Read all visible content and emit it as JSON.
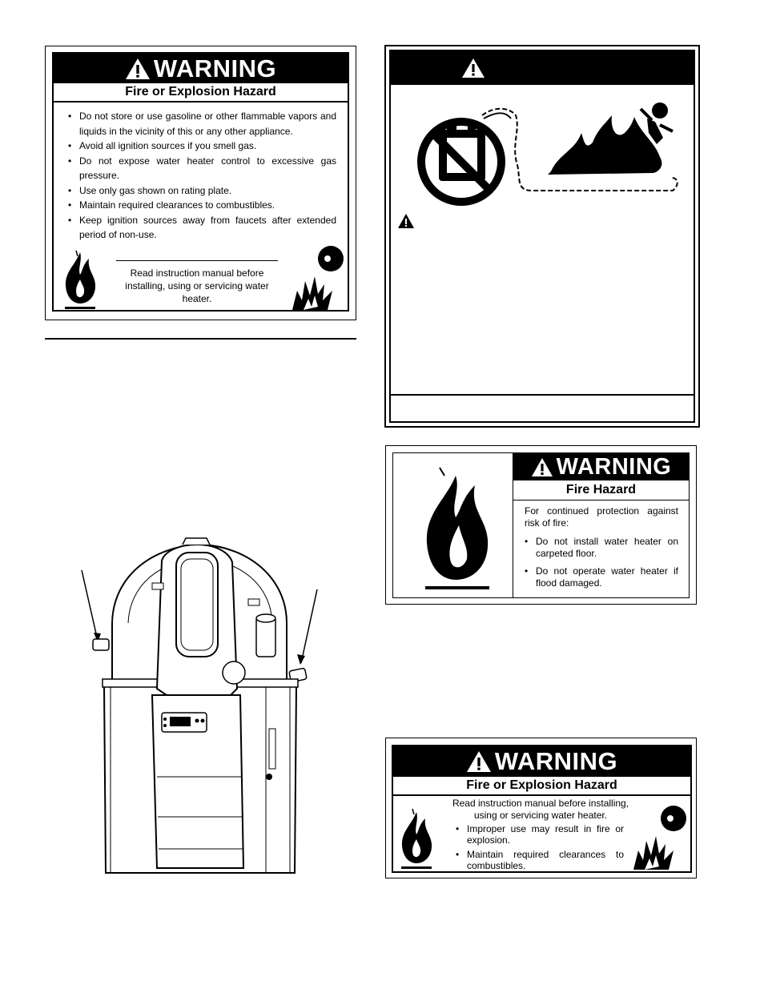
{
  "box1": {
    "title": "WARNING",
    "subtitle": "Fire or Explosion Hazard",
    "bullets": [
      "Do not store or use gasoline or other flammable vapors and liquids in the vicinity of this or any other appliance.",
      "Avoid all ignition sources if you smell gas.",
      "Do not expose water heater control to excessive gas pressure.",
      "Use only gas shown on rating plate.",
      "Maintain required clearances to combustibles.",
      "Keep ignition sources away from faucets after extended period of non-use."
    ],
    "footer": "Read instruction manual before installing, using or servicing water heater."
  },
  "box3": {
    "title": "WARNING",
    "subtitle": "Fire Hazard",
    "intro": "For continued protection against risk of fire:",
    "bullets": [
      "Do not install water heater on carpeted floor.",
      "Do not operate water heater if flood damaged."
    ]
  },
  "box4": {
    "title": "WARNING",
    "subtitle": "Fire or Explosion Hazard",
    "intro": "Read instruction manual before installing, using or servicing water heater.",
    "bullets": [
      "Improper use may result in fire or explosion.",
      "Maintain required clearances to combustibles."
    ]
  }
}
